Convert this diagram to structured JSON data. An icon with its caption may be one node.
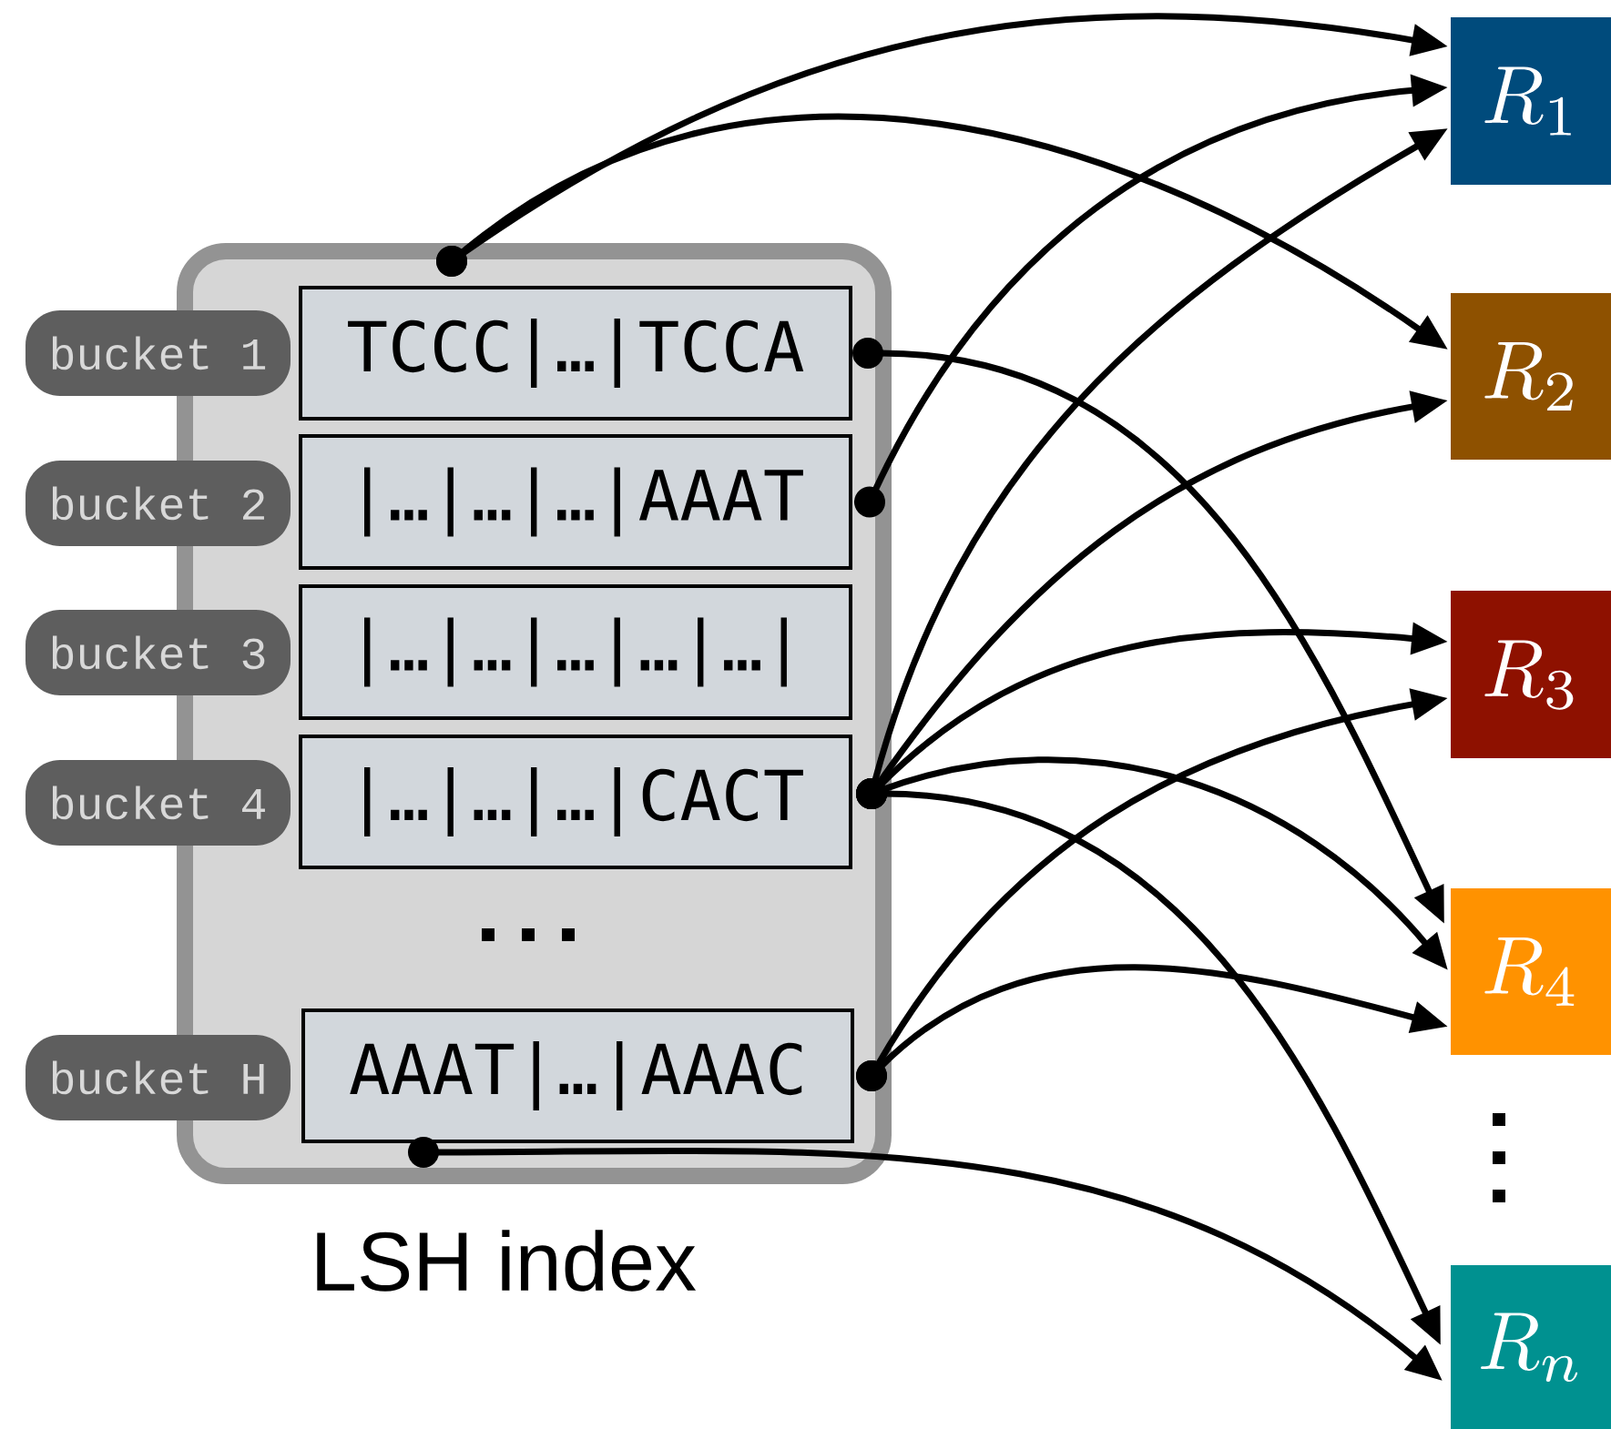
{
  "diagram": {
    "nodes": [
      {
        "text": [
          "LSH index"
        ]
      },
      {
        "text": [
          "bucket 1"
        ]
      },
      {
        "text": [
          "TCCC|…|TCCA"
        ],
        "in": 0
      },
      {
        "text": [
          "bucket 2"
        ]
      },
      {
        "text": [
          "|…|…|…|AAAT"
        ],
        "in": 0
      },
      {
        "text": [
          "bucket 3"
        ]
      },
      {
        "text": [
          "|…|…|…|…|…|"
        ],
        "in": 0
      },
      {
        "text": [
          "bucket 4"
        ]
      },
      {
        "text": [
          "|…|…|…|CACT"
        ],
        "in": 0
      },
      {
        "text": [
          "bucket H"
        ]
      },
      {
        "text": [
          "AAAT|…|AAAC"
        ],
        "in": 0
      },
      {
        "text": [
          "R_{1}"
        ]
      },
      {
        "text": [
          "R_{2}"
        ]
      },
      {
        "text": [
          "R_{3}"
        ]
      },
      {
        "text": [
          "R_{4}"
        ]
      },
      {
        "text": [
          "R_{n}"
        ]
      }
    ],
    "edges": [
      {
        "from": 0,
        "to": 11,
        "arrow": "to"
      },
      {
        "from": 0,
        "to": 12,
        "arrow": "to"
      },
      {
        "from": 2,
        "to": 14,
        "arrow": "to"
      },
      {
        "from": 4,
        "to": 11,
        "arrow": "to"
      },
      {
        "from": 8,
        "to": 11,
        "arrow": "to"
      },
      {
        "from": 8,
        "to": 12,
        "arrow": "to"
      },
      {
        "from": 8,
        "to": 13,
        "arrow": "to"
      },
      {
        "from": 8,
        "to": 14,
        "arrow": "to"
      },
      {
        "from": 8,
        "to": 15,
        "arrow": "to"
      },
      {
        "from": 10,
        "to": 13,
        "arrow": "to"
      },
      {
        "from": 10,
        "to": 14,
        "arrow": "to"
      },
      {
        "from": 10,
        "to": 15,
        "arrow": "to"
      }
    ]
  }
}
